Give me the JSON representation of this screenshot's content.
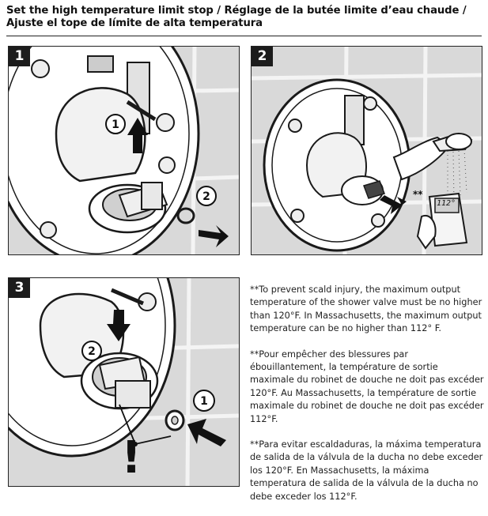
{
  "title": "Set the high temperature limit stop / Réglage de la butée limite d’eau chaude / Ajuste el tope de límite de alta temperatura",
  "panels": [
    {
      "step": "1",
      "callouts": [
        "1",
        "2"
      ]
    },
    {
      "step": "2",
      "marker": "**",
      "display_reading": "112°"
    },
    {
      "step": "3",
      "callouts": [
        "2",
        "1"
      ],
      "warning": "!"
    }
  ],
  "notes": {
    "en": "**To prevent scald injury, the maximum output temperature of the shower valve must be no higher than 120°F. In Massachusetts, the maximum output temperature can be no higher than 112°  F.",
    "fr": "**Pour empêcher des blessures par ébouillantement, la température de sortie maximale du robinet de douche ne doit pas excéder 120°F. Au Massachusetts, la température de sortie maximale du robinet de douche ne doit pas excéder 112°F.",
    "es": "**Para evitar escaldaduras, la máxima temperatura de salida de la válvula de la ducha no debe exceder los 120°F.  En Massachusetts, la máxima temperatura de salida de la válvula de la ducha no debe exceder los 112°F."
  }
}
